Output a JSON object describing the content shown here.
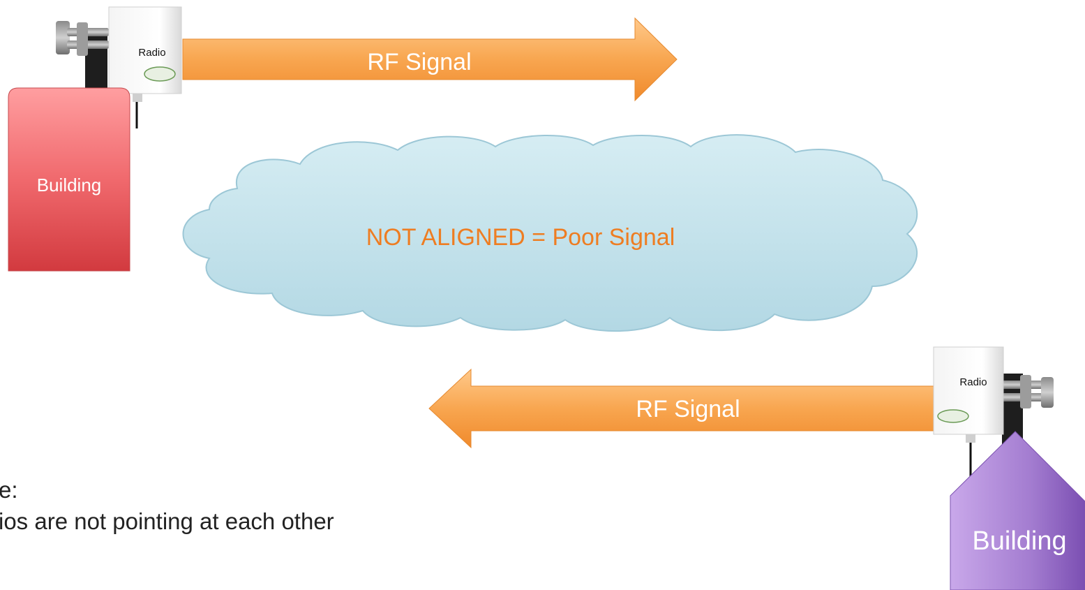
{
  "site_a": {
    "building_label": "Building",
    "radio_label": "Radio",
    "building_color": "#e65a5e",
    "icons": [
      "building-icon",
      "antenna-radio-icon",
      "mounting-bracket-icon"
    ]
  },
  "site_b": {
    "building_label": "Building",
    "radio_label": "Radio",
    "building_color": "#9b6fc7",
    "icons": [
      "building-icon",
      "antenna-radio-icon",
      "mounting-bracket-icon"
    ]
  },
  "signal_top": {
    "label": "RF Signal",
    "direction": "right",
    "color": "#f7a24b"
  },
  "signal_bottom": {
    "label": "RF Signal",
    "direction": "left",
    "color": "#f7a24b"
  },
  "cloud": {
    "label": "NOT ALIGNED = Poor Signal",
    "text_color": "#ee7d22",
    "fill_color": "#bfe0ea"
  },
  "caption": {
    "line1": "e:",
    "line2": "ios are not pointing at each other"
  }
}
